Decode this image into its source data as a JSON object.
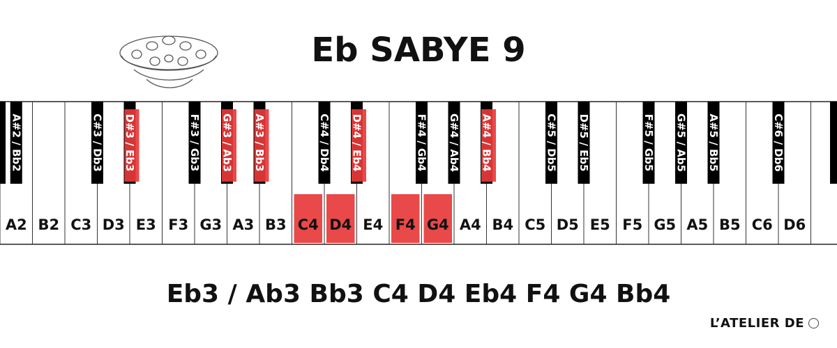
{
  "title": "Eb SABYE 9",
  "scale_notes": "Eb3 / Ab3 Bb3 C4 D4 Eb4 F4 G4 Bb4",
  "brand": {
    "name": "L’ATELIER DE",
    "mark_icon": "circle-mark-icon"
  },
  "handpan_icon": "handpan-drum-icon",
  "colors": {
    "highlight": "#e83a3a",
    "black_key": "#000000",
    "white_key": "#ffffff",
    "text": "#111111"
  },
  "keyboard": {
    "white_keys": [
      "A2",
      "B2",
      "C3",
      "D3",
      "E3",
      "F3",
      "G3",
      "A3",
      "B3",
      "C4",
      "D4",
      "E4",
      "F4",
      "G4",
      "A4",
      "B4",
      "C5",
      "D5",
      "E5",
      "F5",
      "G5",
      "A5",
      "B5",
      "C6",
      "D6"
    ],
    "highlighted_white": [
      "C4",
      "D4",
      "F4",
      "G4"
    ],
    "black_keys": [
      "A#2 / Bb2",
      "C#3 / Db3",
      "D#3 / Eb3",
      "F#3 / Gb3",
      "G#3 / Ab3",
      "A#3 / Bb3",
      "C#4 / Db4",
      "D#4 / Eb4",
      "F#4 / Gb4",
      "G#4 / Ab4",
      "A#4 / Bb4",
      "C#5 / Db5",
      "D#5 / Eb5",
      "F#5 / Gb5",
      "G#5 / Ab5",
      "A#5 / Bb5",
      "C#6 / Db6"
    ],
    "highlighted_black": [
      "D#3 / Eb3",
      "G#3 / Ab3",
      "A#3 / Bb3",
      "D#4 / Eb4",
      "A#4 / Bb4"
    ]
  }
}
